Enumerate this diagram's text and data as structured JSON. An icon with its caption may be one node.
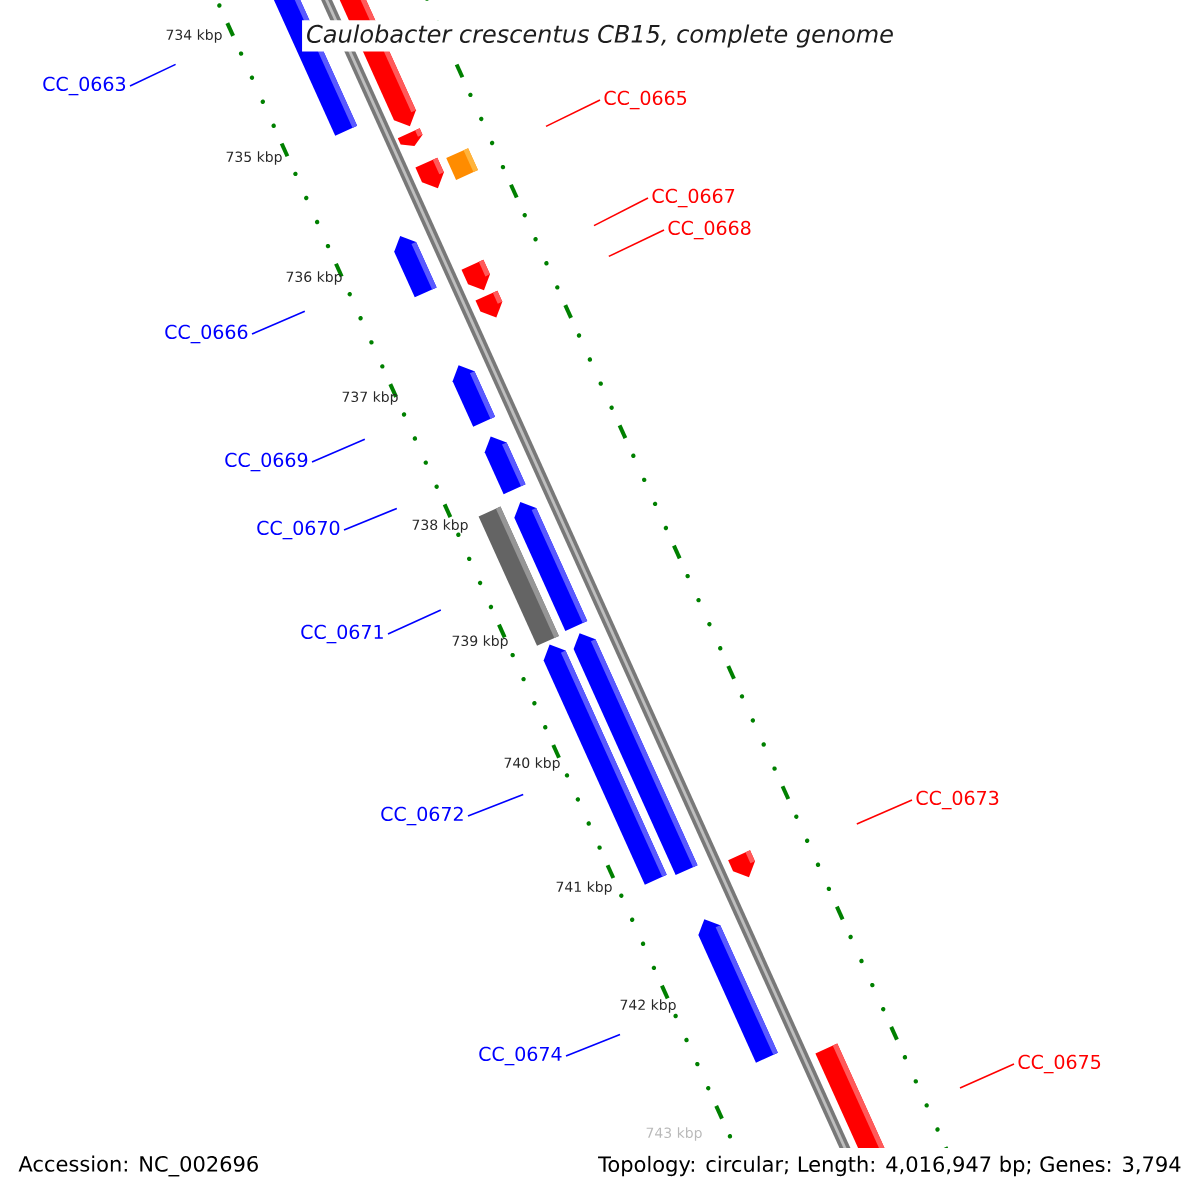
{
  "diagram": {
    "title": "Caulobacter crescentus CB15, complete genome",
    "nodes": [
      {
        "text": [
          "CC_0663"
        ]
      },
      {
        "text": [
          "CC_0665"
        ]
      },
      {
        "text": [
          "CC_0667"
        ]
      },
      {
        "text": [
          "CC_0668"
        ]
      },
      {
        "text": [
          "CC_0666"
        ]
      },
      {
        "text": [
          "CC_0669"
        ]
      },
      {
        "text": [
          "CC_0670"
        ]
      },
      {
        "text": [
          "CC_0671"
        ]
      },
      {
        "text": [
          "CC_0672"
        ]
      },
      {
        "text": [
          "CC_0673"
        ]
      },
      {
        "text": [
          "CC_0674"
        ]
      },
      {
        "text": [
          "CC_0675"
        ]
      }
    ],
    "edges": [
      {
        "from": 0,
        "to": null,
        "arrow": "none"
      },
      {
        "from": 1,
        "to": null,
        "arrow": "none",
        "color": "#ff0000"
      },
      {
        "from": 2,
        "to": null,
        "arrow": "none",
        "color": "#ff0000"
      },
      {
        "from": 3,
        "to": null,
        "arrow": "none",
        "color": "#ff0000"
      },
      {
        "from": 4,
        "to": null,
        "arrow": "none"
      },
      {
        "from": 5,
        "to": null,
        "arrow": "none"
      },
      {
        "from": 6,
        "to": null,
        "arrow": "none"
      },
      {
        "from": 7,
        "to": null,
        "arrow": "none"
      },
      {
        "from": 8,
        "to": null,
        "arrow": "none"
      },
      {
        "from": 9,
        "to": null,
        "arrow": "none",
        "color": "#ff0000"
      },
      {
        "from": 10,
        "to": null,
        "arrow": "none"
      },
      {
        "from": 11,
        "to": null,
        "arrow": "none",
        "color": "#ff0000"
      }
    ],
    "labels": [
      "734 kbp",
      "735 kbp",
      "736 kbp",
      "737 kbp",
      "738 kbp",
      "739 kbp",
      "740 kbp",
      "741 kbp",
      "742 kbp",
      "743 kbp",
      "Accession: NC_002696",
      "Topology: circular; Length: 4,016,947 bp; Genes: 3,794"
    ]
  }
}
